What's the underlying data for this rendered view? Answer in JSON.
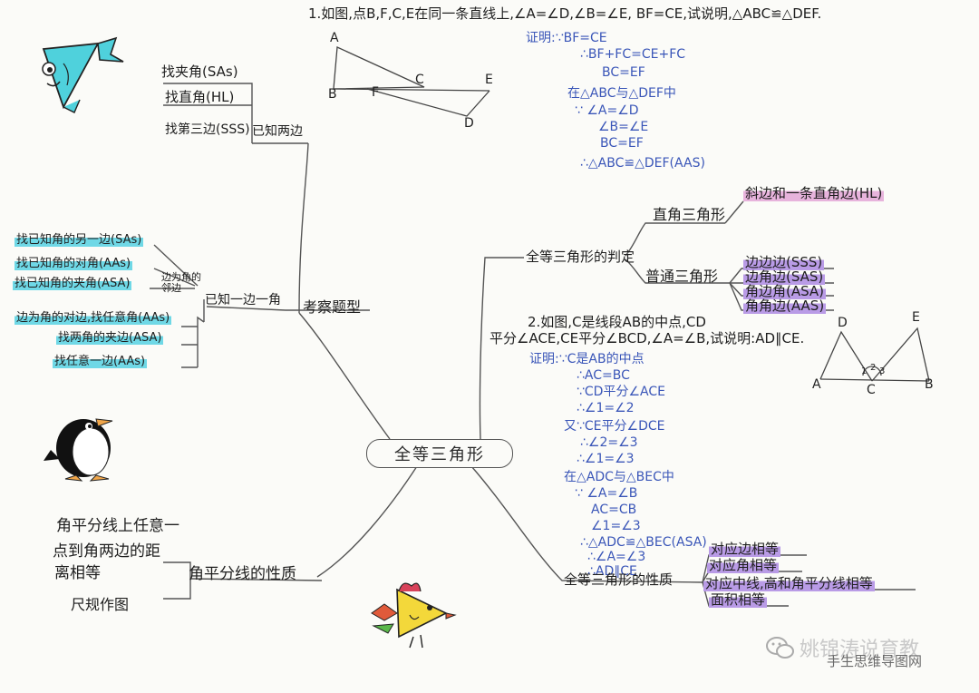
{
  "center": "全等三角形",
  "problem1": {
    "statement": "1.如图,点B,F,C,E在同一条直线上,∠A=∠D,∠B=∠E, BF=CE,试说明,△ABC≌△DEF.",
    "labels": [
      "A",
      "B",
      "F",
      "C",
      "E",
      "D"
    ],
    "proof": [
      "证明:∵BF=CE",
      "∴BF+FC=CE+FC",
      "BC=EF",
      "在△ABC与△DEF中",
      "∵ ∠A=∠D",
      "∠B=∠E",
      "BC=EF",
      "∴△ABC≌△DEF(AAS)"
    ]
  },
  "problem2": {
    "statement_1": "2.如图,C是线段AB的中点,CD",
    "statement_2": "平分∠ACE,CE平分∠BCD,∠A=∠B,试说明:AD∥CE.",
    "labels": [
      "D",
      "E",
      "A",
      "1",
      "2",
      "3",
      "C",
      "B"
    ],
    "proof": [
      "证明:∵C是AB的中点",
      "∴AC=BC",
      "∵CD平分∠ACE",
      "∴∠1=∠2",
      "又∵CE平分∠DCE",
      "∴∠2=∠3",
      "∴∠1=∠3",
      "在△ADC与△BEC中",
      "∵ ∠A=∠B",
      "AC=CB",
      "∠1=∠3",
      "∴△ADC≌△BEC(ASA)",
      "∴∠A=∠3",
      "∴AD∥CE"
    ]
  },
  "judgment": {
    "title": "全等三角形的判定",
    "right": "直角三角形",
    "right_rule": "斜边和一条直角边(HL)",
    "normal": "普通三角形",
    "normal_rules": [
      "边边边(SSS)",
      "边角边(SAS)",
      "角边角(ASA)",
      "角角边(AAS)"
    ]
  },
  "types": {
    "title": "考察题型",
    "two_sides": "已知两边",
    "two_sides_items": [
      "找夹角(SAs)",
      "找直角(HL)",
      "找第三边(SSS)"
    ],
    "side_angle": "已知一边一角",
    "adjacent": "边为角的邻边",
    "adjacent_items": [
      "找已知角的另一边(SAs)",
      "找已知角的对角(AAs)",
      "找已知角的夹角(ASA)"
    ],
    "opposite_items": [
      "边为角的对边,找任意角(AAs)",
      "找两角的夹边(ASA)",
      "找任意一边(AAs)"
    ]
  },
  "bisector": {
    "title": "角平分线的性质",
    "text_1": "角平分线上任意一",
    "text_2": "点到角两边的距",
    "text_3": "离相等",
    "text_4": "尺规作图"
  },
  "properties": {
    "title": "全等三角形的性质",
    "items": [
      "对应边相等",
      "对应角相等",
      "对应中线,高和角平分线相等",
      "面积相等"
    ]
  },
  "watermark": {
    "brand": "姚锦涛说育教",
    "sub": "手生思维导图网"
  },
  "colors": {
    "blue_ink": "#3a56b8",
    "cyan": "#6fd8e6",
    "violet": "#b99be6",
    "pink": "#e7b3dc"
  },
  "icons": [
    "fish-icon",
    "penguin-icon",
    "bird-icon",
    "wechat-icon"
  ]
}
